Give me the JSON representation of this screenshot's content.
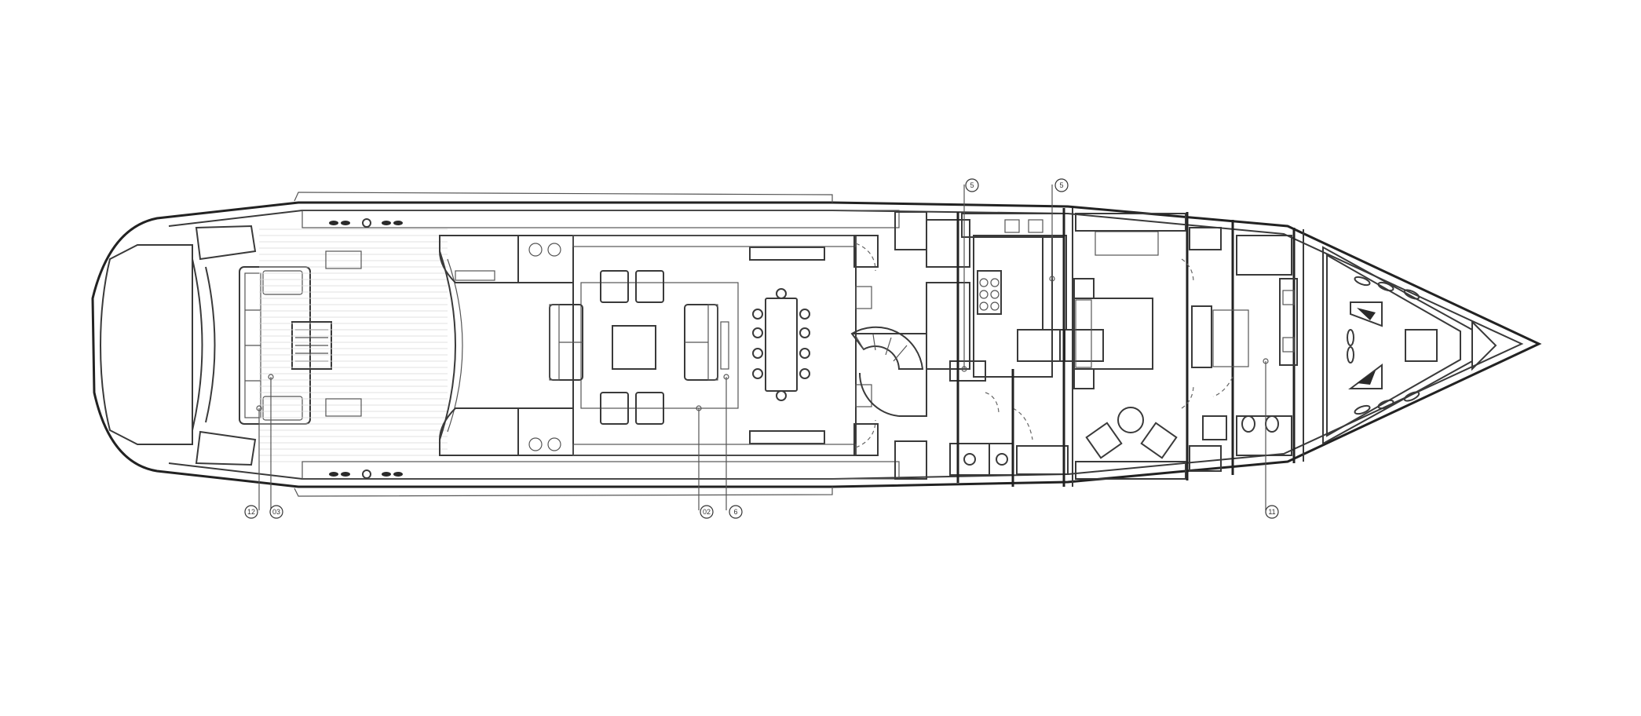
{
  "callouts": {
    "c12": "12",
    "c03": "03",
    "c02": "02",
    "c6": "6",
    "c5a": "5",
    "c5b": "5",
    "c11": "11"
  },
  "colors": {
    "line": "#3a3a3a",
    "background": "#ffffff",
    "fixture": "#2a2a2a"
  }
}
